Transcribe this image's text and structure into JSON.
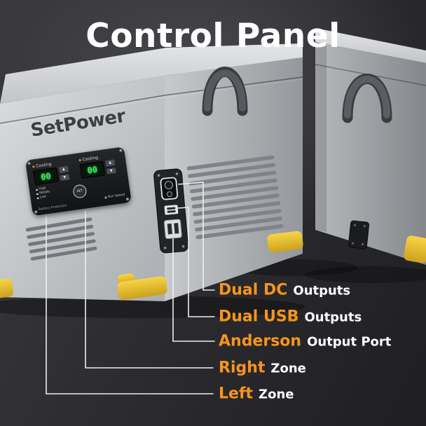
{
  "page": {
    "title": "Control Panel"
  },
  "product": {
    "brand": "SetPower",
    "control_panel": {
      "left_zone": {
        "label": "Cooling",
        "display": "00"
      },
      "right_zone": {
        "label": "Cooling",
        "display": "00"
      },
      "set_button": "SET",
      "up_arrow": "▲",
      "down_arrow": "▼",
      "levels": [
        "High",
        "Middle",
        "Low"
      ],
      "battery_label": "Battery Protection",
      "speed_label": "Run Speed"
    }
  },
  "callouts": [
    {
      "highlight": "Dual DC",
      "rest": "Outputs"
    },
    {
      "highlight": "Dual USB",
      "rest": "Outputs"
    },
    {
      "highlight": "Anderson",
      "rest": "Output Port"
    },
    {
      "highlight": "Right",
      "rest": "Zone"
    },
    {
      "highlight": "Left",
      "rest": "Zone"
    }
  ],
  "colors": {
    "accent_orange": "#F7941D",
    "foot_yellow": "#F2C431",
    "callout_line": "#EDEDED",
    "background": "#2B2B2E",
    "title": "#FFFFFF"
  }
}
